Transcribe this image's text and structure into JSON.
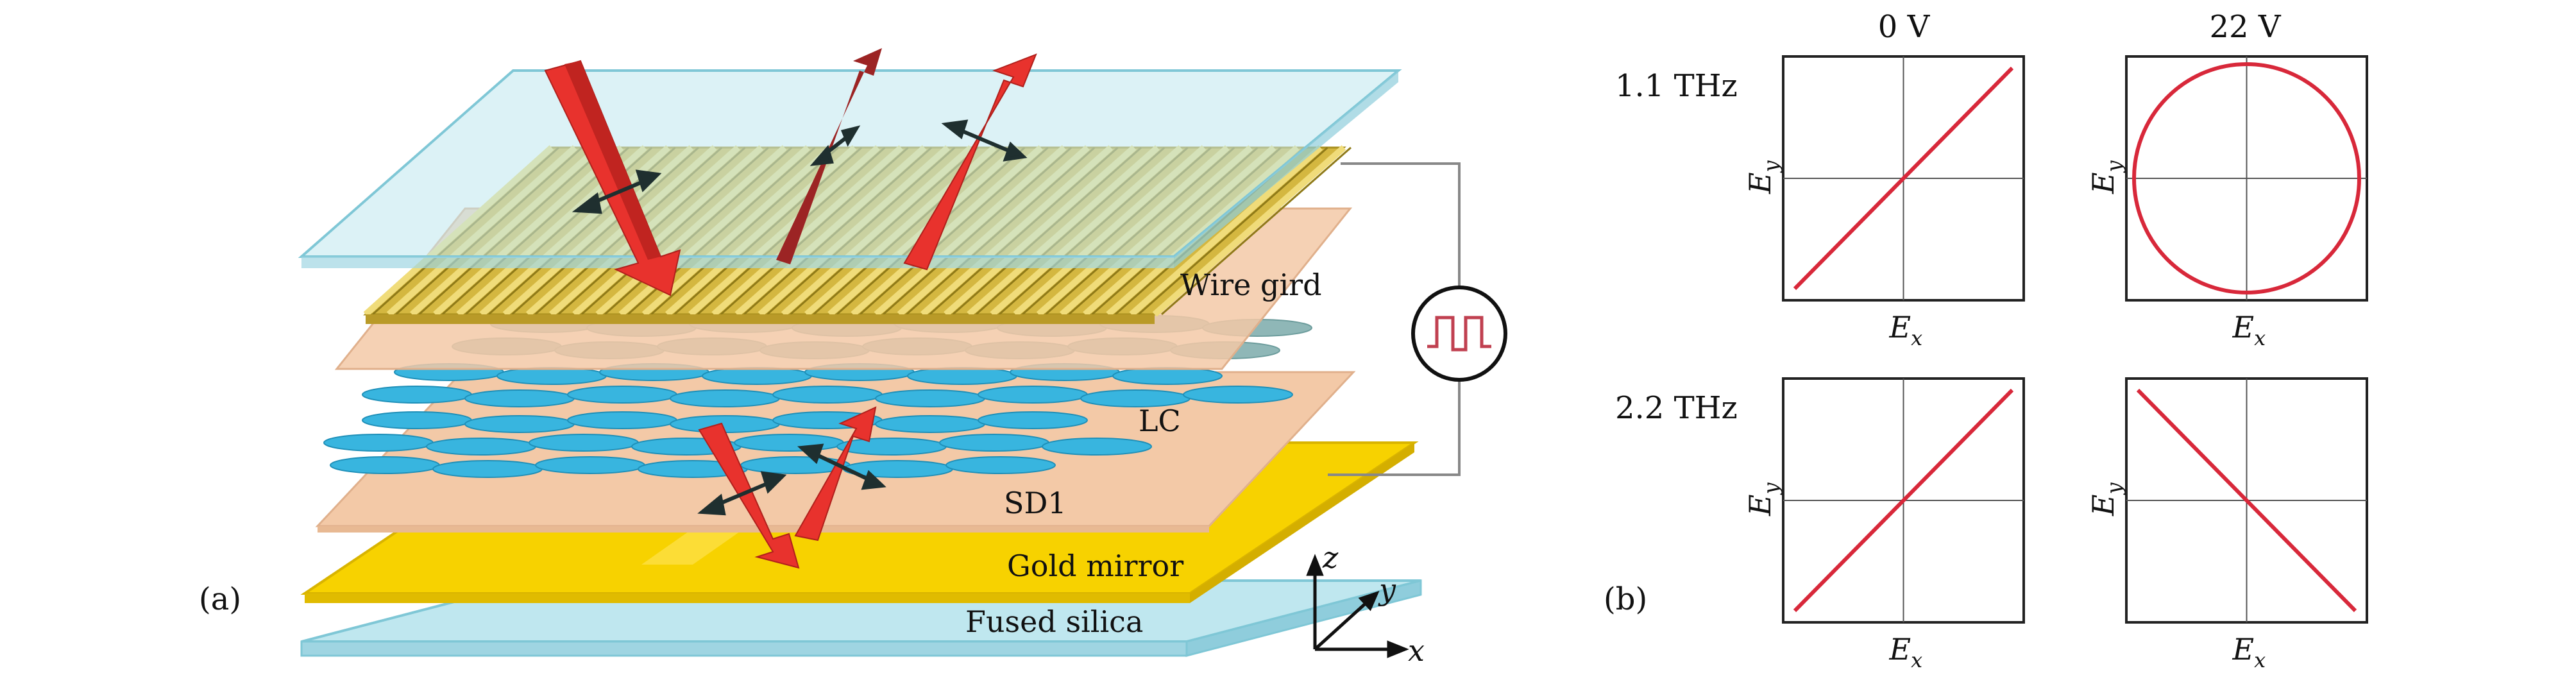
{
  "panel_a": {
    "label": "(a)",
    "layers": {
      "wire_grid": "Wire gird",
      "lc": "LC",
      "sd1": "SD1",
      "gold_mirror": "Gold mirror",
      "fused_silica": "Fused silica"
    },
    "axes": {
      "x": "x",
      "y": "y",
      "z": "z"
    }
  },
  "panel_b": {
    "label": "(b)",
    "columns": [
      "0 V",
      "22 V"
    ],
    "rows": [
      "1.1 THz",
      "2.2 THz"
    ],
    "axis_x": "E",
    "axis_x_sub": "x",
    "axis_y": "E",
    "axis_y_sub": "y",
    "plots": [
      {
        "row": 0,
        "col": 0,
        "shape": "line-diagonal-up"
      },
      {
        "row": 0,
        "col": 1,
        "shape": "circle"
      },
      {
        "row": 1,
        "col": 0,
        "shape": "line-diagonal-up"
      },
      {
        "row": 1,
        "col": 1,
        "shape": "line-diagonal-down"
      }
    ]
  },
  "colors": {
    "glass": "#bfe7ef",
    "glass_edge": "#7fc7d6",
    "gold": "#f7d200",
    "wire": "#d4b740",
    "peach": "#f3c9a7",
    "lc": "#38b5df",
    "beam_red": "#e8322d",
    "beam_dark": "#9c2424",
    "trace": "#d8283a"
  }
}
